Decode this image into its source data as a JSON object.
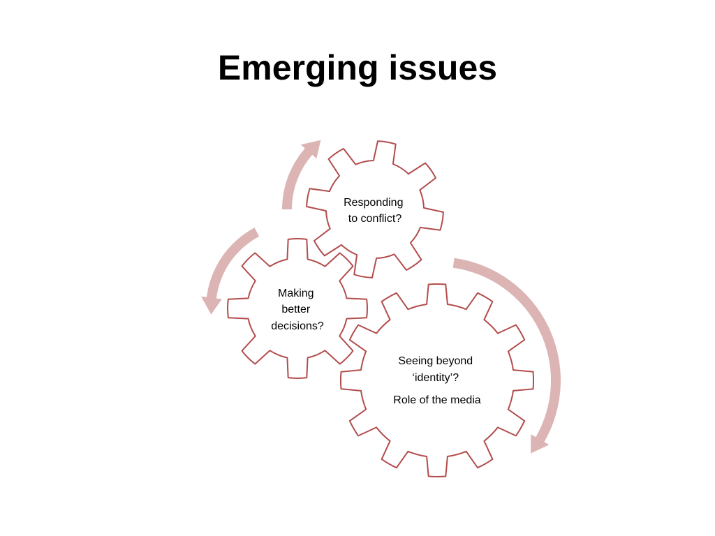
{
  "slide": {
    "title": "Emerging issues"
  },
  "colors": {
    "gear_stroke": "#b24c4c",
    "gear_fill": "#ffffff",
    "arrow": "#dcb4b4",
    "text": "#000000"
  },
  "diagram": {
    "gears": [
      {
        "id": "top",
        "lines": [
          "Responding",
          "to conflict?"
        ]
      },
      {
        "id": "left",
        "lines": [
          "Making",
          "better",
          "decisions?"
        ]
      },
      {
        "id": "large",
        "lines": [
          "Seeing beyond",
          "‘identity’?",
          "Role of the media"
        ]
      }
    ],
    "arrows": [
      {
        "id": "top-left-arrow",
        "direction": "counter-clockwise"
      },
      {
        "id": "left-arrow",
        "direction": "counter-clockwise"
      },
      {
        "id": "right-arrow",
        "direction": "clockwise"
      }
    ]
  }
}
